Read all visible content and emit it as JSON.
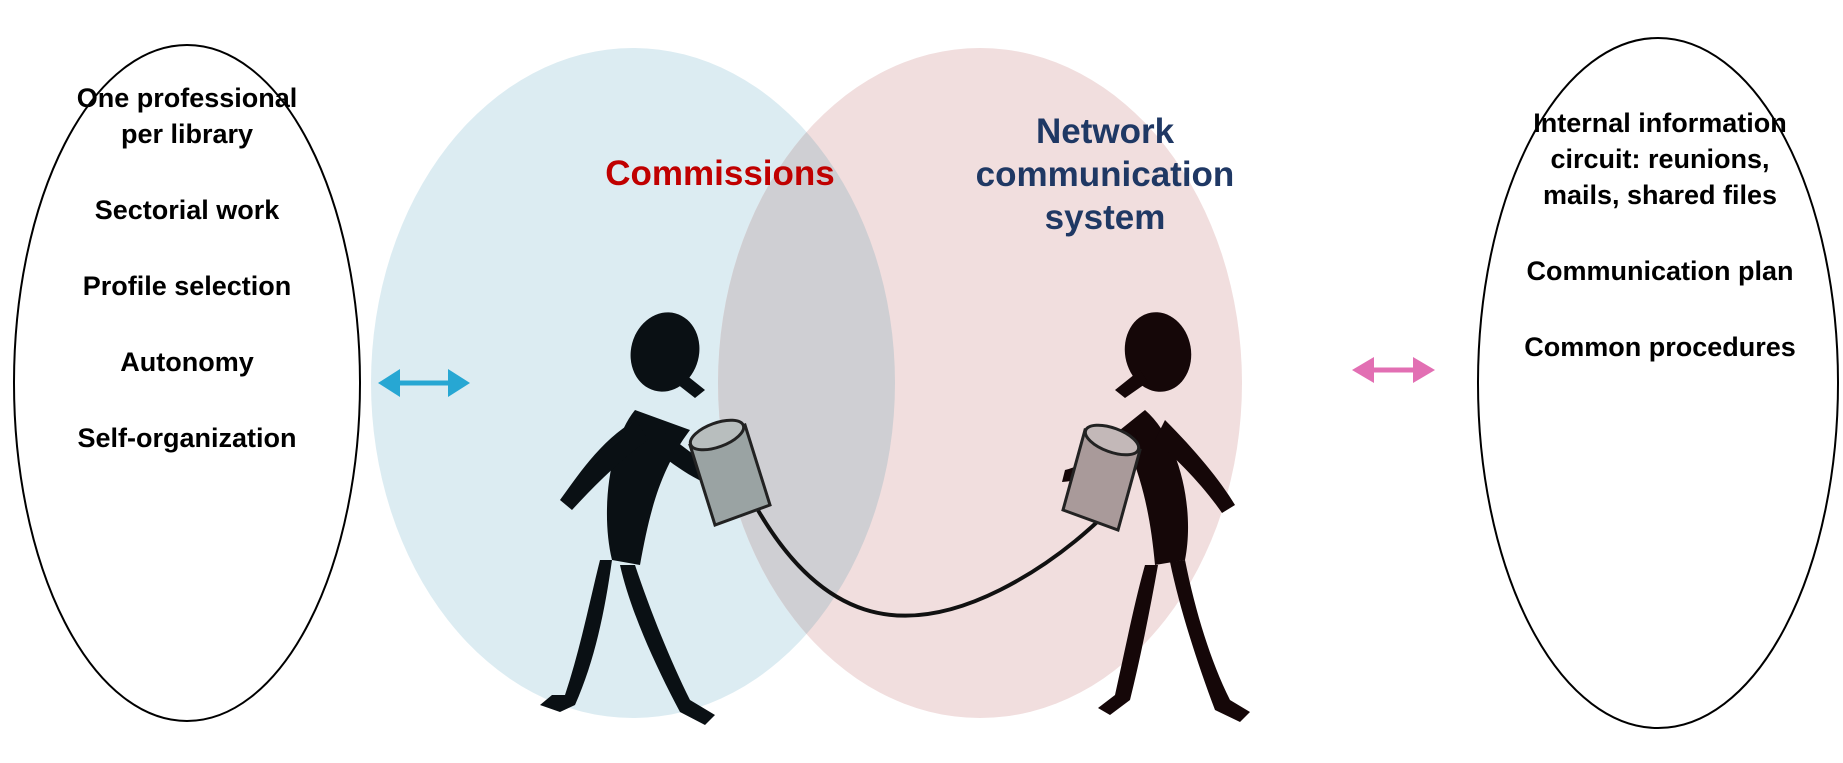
{
  "left_panel": {
    "items": [
      "One professional per library",
      "Sectorial work",
      "Profile selection",
      "Autonomy",
      "Self-organization"
    ]
  },
  "right_panel": {
    "items": [
      "Internal information circuit: reunions, mails, shared files",
      "Communication plan",
      "Common procedures"
    ]
  },
  "venn": {
    "left_label": "Commissions",
    "right_label": "Network communication system"
  },
  "colors": {
    "left_circle": "#dcecf2",
    "right_circle": "#f1dede",
    "overlap": "#cfcfd3",
    "left_label": "#c00000",
    "right_label": "#1f3864",
    "left_arrow": "#27a7d3",
    "right_arrow": "#e26fb3",
    "figure": "#0a0708",
    "can": "#9a9a9a"
  },
  "icons": [
    "double-arrow-icon",
    "stick-figure-icon",
    "tin-can-phone-icon"
  ]
}
